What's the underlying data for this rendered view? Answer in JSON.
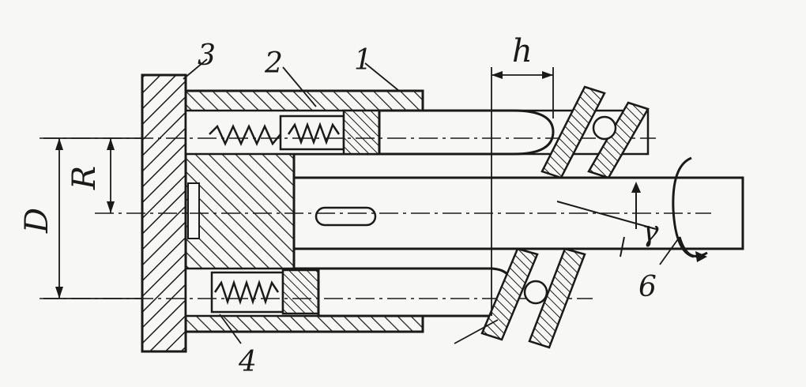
{
  "labels": {
    "part1": "1",
    "part2": "2",
    "part3": "3",
    "part4": "4",
    "part6": "6",
    "dim_h": "h",
    "dim_R": "R",
    "dim_D": "D",
    "angle": "γ"
  },
  "colors": {
    "ink": "#1a1a1a",
    "paper": "#f7f7f5"
  }
}
